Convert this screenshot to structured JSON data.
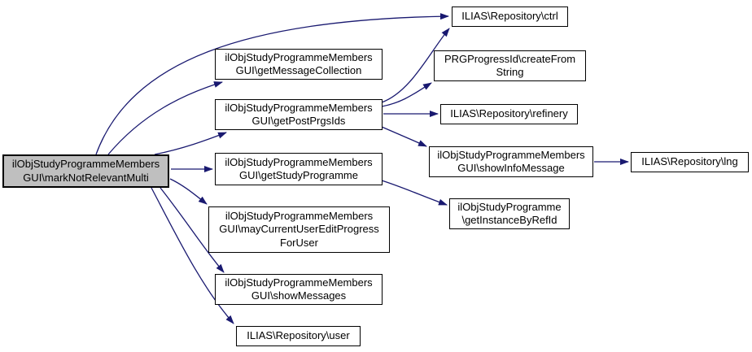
{
  "diagram": {
    "type": "call-graph",
    "edge_color": "#191970",
    "node_border_color": "#000000",
    "node_fill_color": "#ffffff",
    "highlight_fill_color": "#bfbfbf",
    "nodes": {
      "markNotRelevantMulti": {
        "label": "ilObjStudyProgrammeMembers\nGUI\\markNotRelevantMulti",
        "highlighted": true
      },
      "getMessageCollection": {
        "label": "ilObjStudyProgrammeMembers\nGUI\\getMessageCollection",
        "highlighted": false
      },
      "getPostPrgsIds": {
        "label": "ilObjStudyProgrammeMembers\nGUI\\getPostPrgsIds",
        "highlighted": false
      },
      "getStudyProgramme": {
        "label": "ilObjStudyProgrammeMembers\nGUI\\getStudyProgramme",
        "highlighted": false
      },
      "mayCurrentUserEditProgressForUser": {
        "label": "ilObjStudyProgrammeMembers\nGUI\\mayCurrentUserEditProgress\nForUser",
        "highlighted": false
      },
      "showMessages": {
        "label": "ilObjStudyProgrammeMembers\nGUI\\showMessages",
        "highlighted": false
      },
      "user": {
        "label": "ILIAS\\Repository\\user",
        "highlighted": false
      },
      "ctrl": {
        "label": "ILIAS\\Repository\\ctrl",
        "highlighted": false
      },
      "createFromString": {
        "label": "PRGProgressId\\createFrom\nString",
        "highlighted": false
      },
      "refinery": {
        "label": "ILIAS\\Repository\\refinery",
        "highlighted": false
      },
      "showInfoMessage": {
        "label": "ilObjStudyProgrammeMembers\nGUI\\showInfoMessage",
        "highlighted": false
      },
      "getInstanceByRefId": {
        "label": "ilObjStudyProgramme\n\\getInstanceByRefId",
        "highlighted": false
      },
      "lng": {
        "label": "ILIAS\\Repository\\lng",
        "highlighted": false
      }
    },
    "edges": [
      {
        "from": "markNotRelevantMulti",
        "to": "ctrl"
      },
      {
        "from": "markNotRelevantMulti",
        "to": "getMessageCollection"
      },
      {
        "from": "markNotRelevantMulti",
        "to": "getPostPrgsIds"
      },
      {
        "from": "markNotRelevantMulti",
        "to": "getStudyProgramme"
      },
      {
        "from": "markNotRelevantMulti",
        "to": "mayCurrentUserEditProgressForUser"
      },
      {
        "from": "markNotRelevantMulti",
        "to": "showMessages"
      },
      {
        "from": "markNotRelevantMulti",
        "to": "user"
      },
      {
        "from": "getPostPrgsIds",
        "to": "ctrl"
      },
      {
        "from": "getPostPrgsIds",
        "to": "createFromString"
      },
      {
        "from": "getPostPrgsIds",
        "to": "refinery"
      },
      {
        "from": "getPostPrgsIds",
        "to": "showInfoMessage"
      },
      {
        "from": "getStudyProgramme",
        "to": "getInstanceByRefId"
      },
      {
        "from": "showInfoMessage",
        "to": "lng"
      }
    ]
  }
}
